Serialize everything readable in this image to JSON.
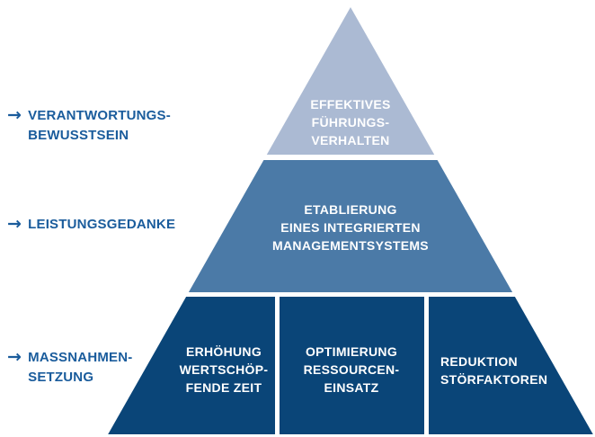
{
  "colors": {
    "background": "#ffffff",
    "level1": "#abbad3",
    "level2": "#4b7aa7",
    "level3": "#0a4578",
    "label_text": "#1a5c9c",
    "pyramid_text": "#ffffff"
  },
  "side_labels": [
    {
      "arrow": "→",
      "lines": [
        "VERANTWORTUNGS-",
        "BEWUSSTSEIN"
      ]
    },
    {
      "arrow": "→",
      "lines": [
        "LEISTUNGSGEDANKE"
      ]
    },
    {
      "arrow": "→",
      "lines": [
        "MASSNAHMEN-",
        "SETZUNG"
      ]
    }
  ],
  "pyramid": {
    "level1": {
      "lines": [
        "EFFEKTIVES",
        "FÜHRUNGS-",
        "VERHALTEN"
      ]
    },
    "level2": {
      "lines": [
        "ETABLIERUNG",
        "EINES INTEGRIERTEN",
        "MANAGEMENTSYSTEMS"
      ]
    },
    "level3": [
      {
        "lines": [
          "ERHÖHUNG",
          "WERTSCHÖP-",
          "FENDE ZEIT"
        ]
      },
      {
        "lines": [
          "OPTIMIERUNG",
          "RESSOURCEN-",
          "EINSATZ"
        ]
      },
      {
        "lines": [
          "REDUKTION",
          "STÖRFAKTOREN"
        ]
      }
    ]
  }
}
